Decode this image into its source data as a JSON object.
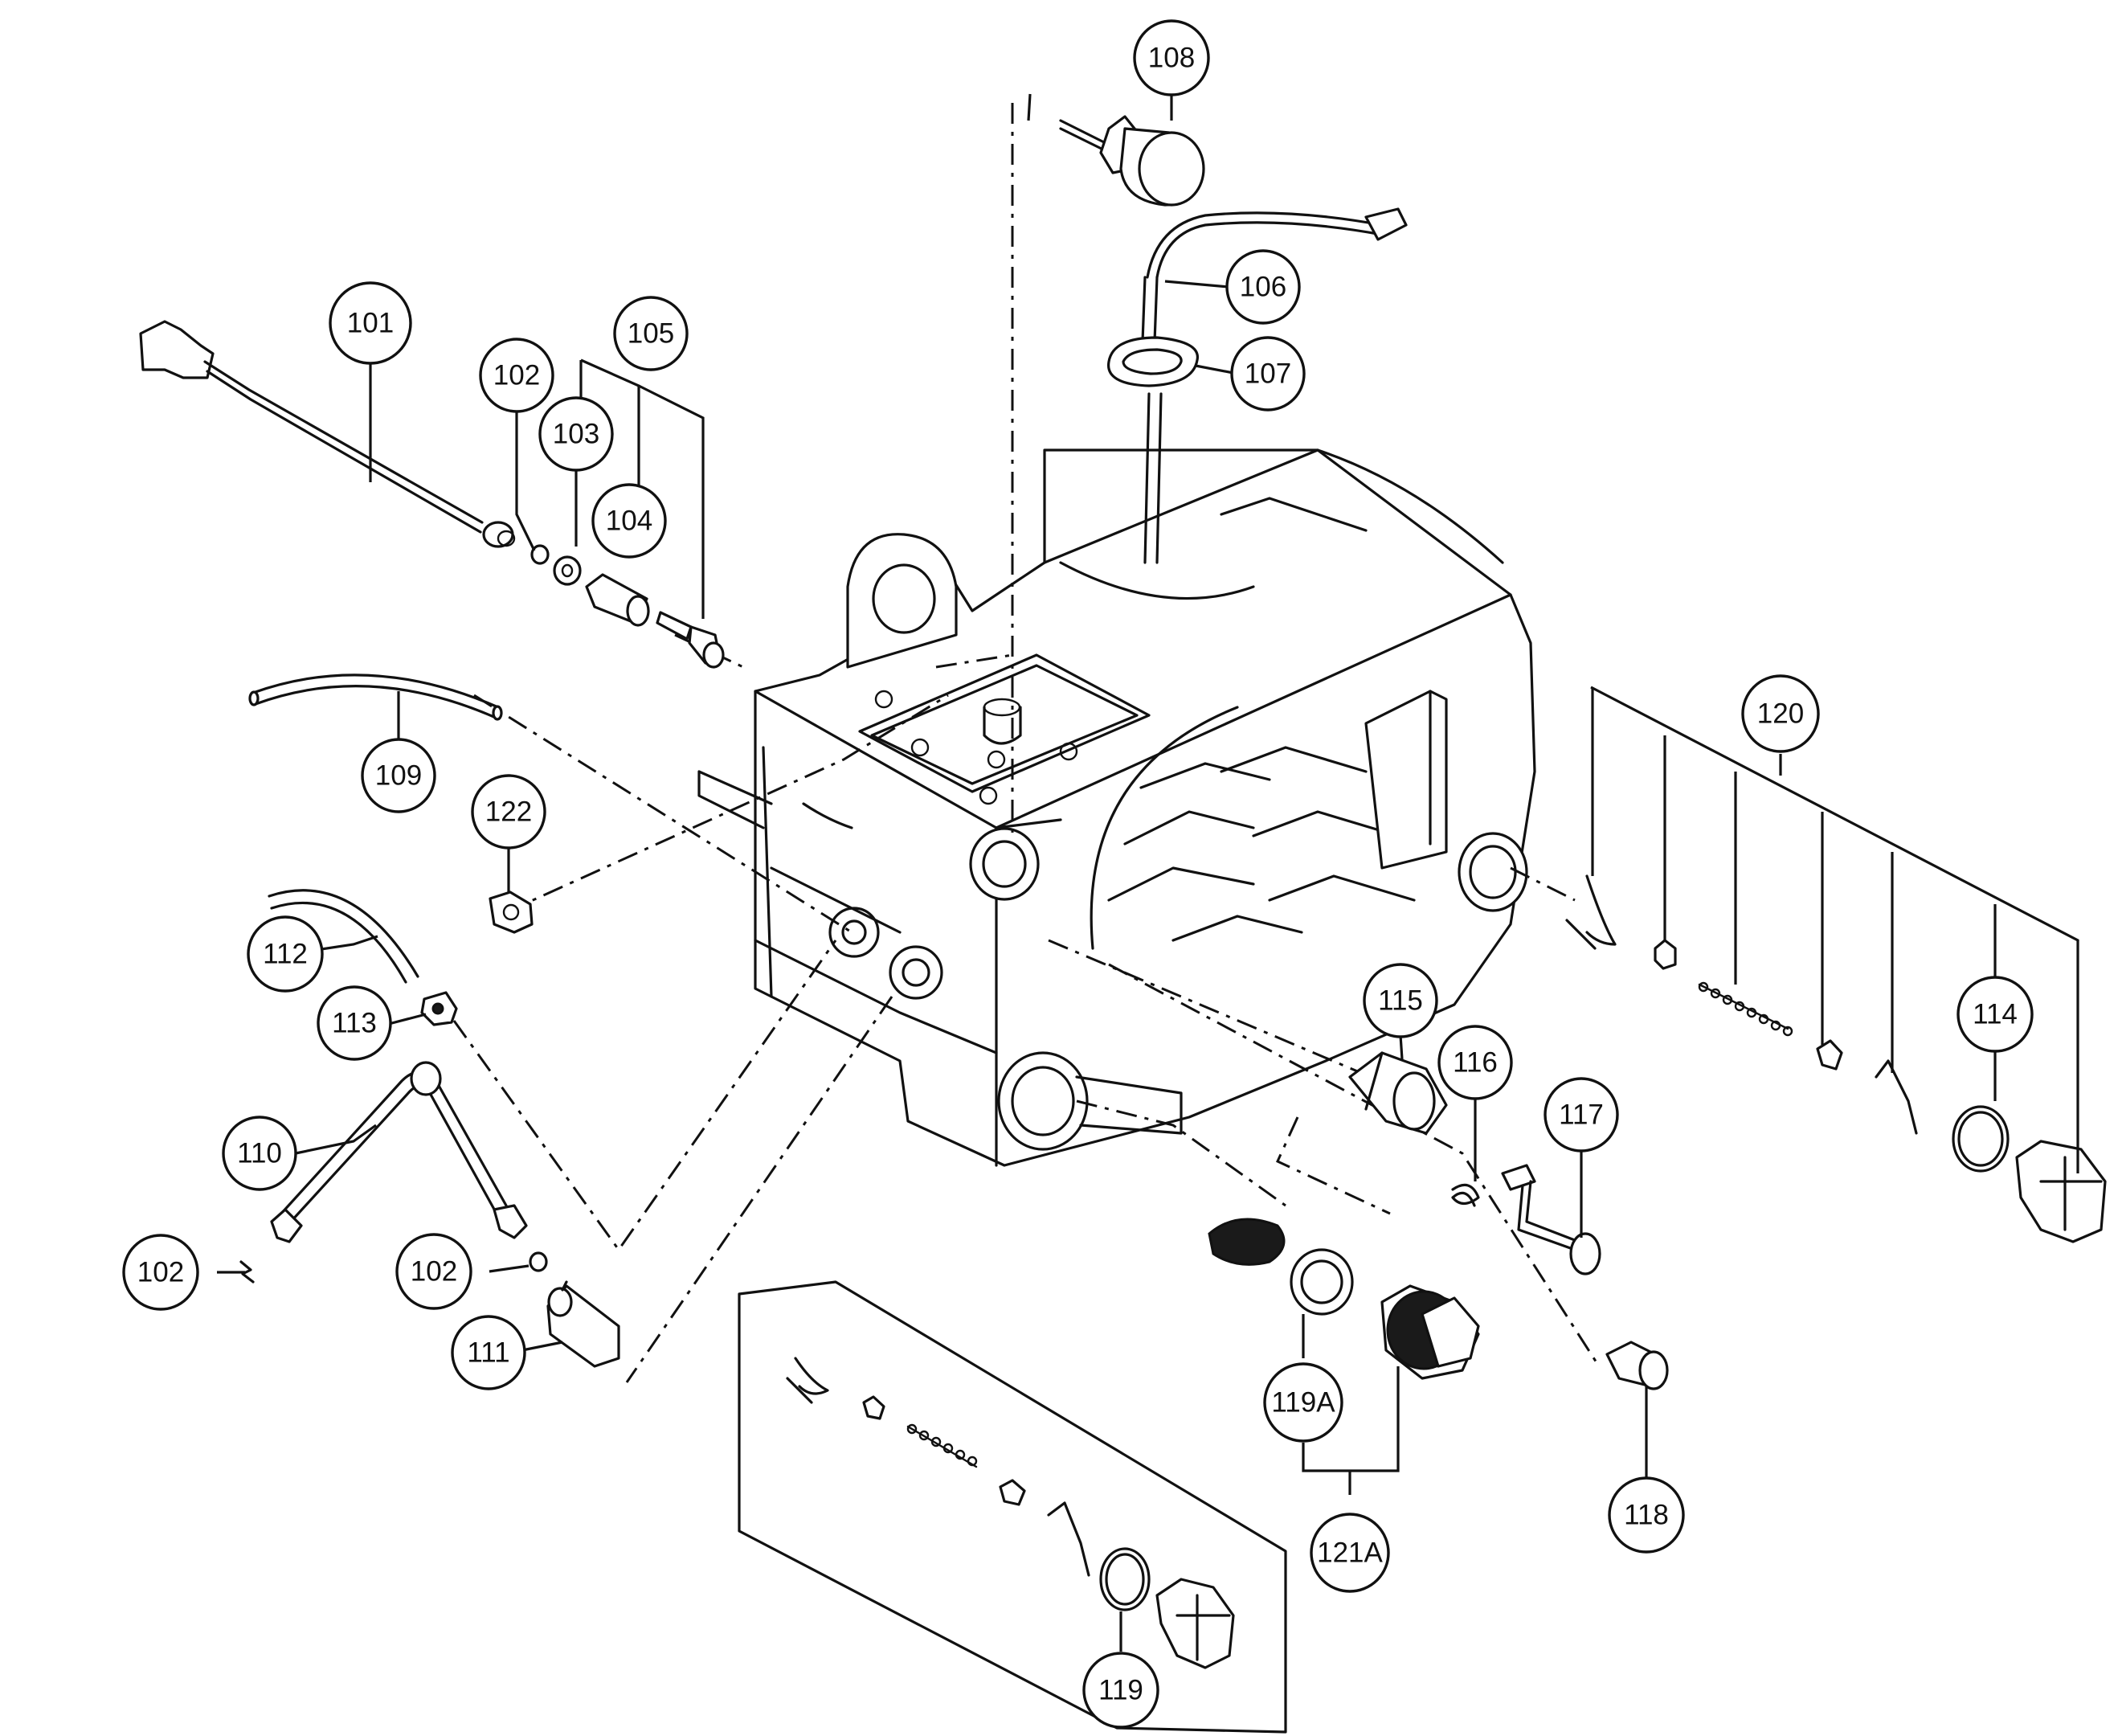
{
  "callouts": [
    {
      "id": "c101",
      "label": "101"
    },
    {
      "id": "c102a",
      "label": "102"
    },
    {
      "id": "c103",
      "label": "103"
    },
    {
      "id": "c104",
      "label": "104"
    },
    {
      "id": "c105",
      "label": "105"
    },
    {
      "id": "c106",
      "label": "106"
    },
    {
      "id": "c107",
      "label": "107"
    },
    {
      "id": "c108",
      "label": "108"
    },
    {
      "id": "c109",
      "label": "109"
    },
    {
      "id": "c110",
      "label": "110"
    },
    {
      "id": "c111",
      "label": "111"
    },
    {
      "id": "c102b",
      "label": "102"
    },
    {
      "id": "c102c",
      "label": "102"
    },
    {
      "id": "c112",
      "label": "112"
    },
    {
      "id": "c113",
      "label": "113"
    },
    {
      "id": "c114",
      "label": "114"
    },
    {
      "id": "c115",
      "label": "115"
    },
    {
      "id": "c116",
      "label": "116"
    },
    {
      "id": "c117",
      "label": "117"
    },
    {
      "id": "c118",
      "label": "118"
    },
    {
      "id": "c119",
      "label": "119"
    },
    {
      "id": "c119a",
      "label": "119A"
    },
    {
      "id": "c120",
      "label": "120"
    },
    {
      "id": "c121a",
      "label": "121A"
    },
    {
      "id": "c122",
      "label": "122"
    }
  ]
}
